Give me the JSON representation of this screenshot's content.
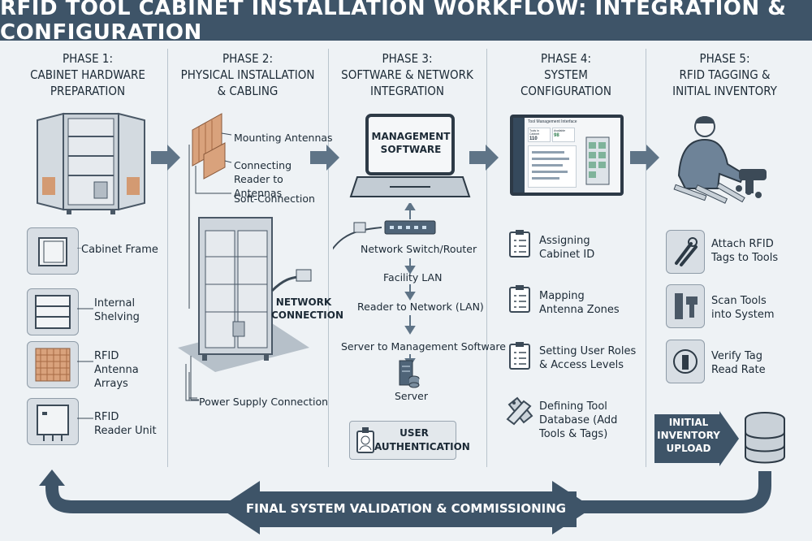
{
  "title": "RFID TOOL CABINET INSTALLATION WORKFLOW: INTEGRATION & CONFIGURATION",
  "phases": [
    {
      "lines": [
        "PHASE 1:",
        "CABINET HARDWARE",
        "PREPARATION"
      ],
      "items": [
        "Cabinet Frame",
        "Internal Shelving",
        "RFID Antenna Arrays",
        "RFID Reader Unit"
      ]
    },
    {
      "lines": [
        "PHASE 2:",
        "PHYSICAL INSTALLATION",
        "& CABLING"
      ],
      "callouts": [
        "Mounting Antennas",
        "Connecting Reader to Antennas",
        "Soft-Connection",
        "Power Supply Connection"
      ],
      "network": "NETWORK CONNECTION"
    },
    {
      "lines": [
        "PHASE 3:",
        "SOFTWARE & NETWORK",
        "INTEGRATION"
      ],
      "laptop": "MANAGEMENT SOFTWARE",
      "steps": [
        "Network Switch/Router",
        "Facility LAN",
        "Reader to Network (LAN)",
        "Server to Management Software",
        "Server"
      ],
      "auth": "USER AUTHENTICATION"
    },
    {
      "lines": [
        "PHASE 4:",
        "SYSTEM",
        "CONFIGURATION"
      ],
      "screen": {
        "title": "Tool Management Interface",
        "stat1_label": "Tools in Cabinet",
        "stat1_value": "110",
        "stat2_label": "Available",
        "stat2_value": "98"
      },
      "items": [
        "Assigning Cabinet ID",
        "Mapping Antenna Zones",
        "Setting User Roles & Access Levels",
        "Defining Tool Database (Add Tools & Tags)"
      ]
    },
    {
      "lines": [
        "PHASE 5:",
        "RFID TAGGING &",
        "INITIAL INVENTORY"
      ],
      "items": [
        "Attach RFID Tags to Tools",
        "Scan Tools into System",
        "Verify Tag Read Rate"
      ],
      "upload": "INITIAL INVENTORY UPLOAD"
    }
  ],
  "final": "FINAL SYSTEM VALIDATION & COMMISSIONING",
  "colors": {
    "header": "#3e5468",
    "accent": "#c8845c",
    "arrow": "#5f7487",
    "bg": "#eef2f5"
  }
}
